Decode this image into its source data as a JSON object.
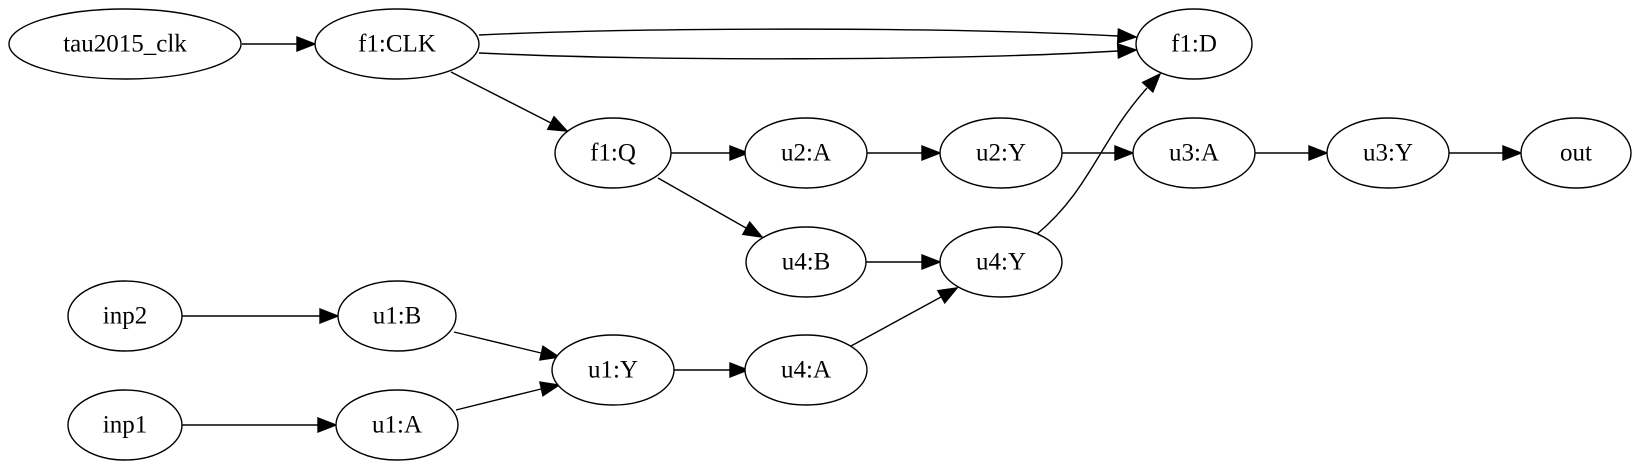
{
  "graph": {
    "nodes": [
      {
        "id": "tau2015_clk",
        "label": "tau2015_clk"
      },
      {
        "id": "f1_CLK",
        "label": "f1:CLK"
      },
      {
        "id": "f1_D",
        "label": "f1:D"
      },
      {
        "id": "f1_Q",
        "label": "f1:Q"
      },
      {
        "id": "u2_A",
        "label": "u2:A"
      },
      {
        "id": "u2_Y",
        "label": "u2:Y"
      },
      {
        "id": "u3_A",
        "label": "u3:A"
      },
      {
        "id": "u3_Y",
        "label": "u3:Y"
      },
      {
        "id": "out",
        "label": "out"
      },
      {
        "id": "u4_B",
        "label": "u4:B"
      },
      {
        "id": "u4_Y",
        "label": "u4:Y"
      },
      {
        "id": "inp2",
        "label": "inp2"
      },
      {
        "id": "u1_B",
        "label": "u1:B"
      },
      {
        "id": "u1_Y",
        "label": "u1:Y"
      },
      {
        "id": "u4_A",
        "label": "u4:A"
      },
      {
        "id": "inp1",
        "label": "inp1"
      },
      {
        "id": "u1_A",
        "label": "u1:A"
      }
    ],
    "edges": [
      {
        "from": "tau2015_clk",
        "to": "f1_CLK"
      },
      {
        "from": "f1_CLK",
        "to": "f1_D"
      },
      {
        "from": "f1_CLK",
        "to": "f1_D"
      },
      {
        "from": "f1_CLK",
        "to": "f1_Q"
      },
      {
        "from": "f1_Q",
        "to": "u2_A"
      },
      {
        "from": "u2_A",
        "to": "u2_Y"
      },
      {
        "from": "u2_Y",
        "to": "u3_A"
      },
      {
        "from": "u3_A",
        "to": "u3_Y"
      },
      {
        "from": "u3_Y",
        "to": "out"
      },
      {
        "from": "f1_Q",
        "to": "u4_B"
      },
      {
        "from": "u4_B",
        "to": "u4_Y"
      },
      {
        "from": "u4_Y",
        "to": "f1_D"
      },
      {
        "from": "inp2",
        "to": "u1_B"
      },
      {
        "from": "u1_B",
        "to": "u1_Y"
      },
      {
        "from": "inp1",
        "to": "u1_A"
      },
      {
        "from": "u1_A",
        "to": "u1_Y"
      },
      {
        "from": "u1_Y",
        "to": "u4_A"
      },
      {
        "from": "u4_A",
        "to": "u4_Y"
      }
    ]
  }
}
